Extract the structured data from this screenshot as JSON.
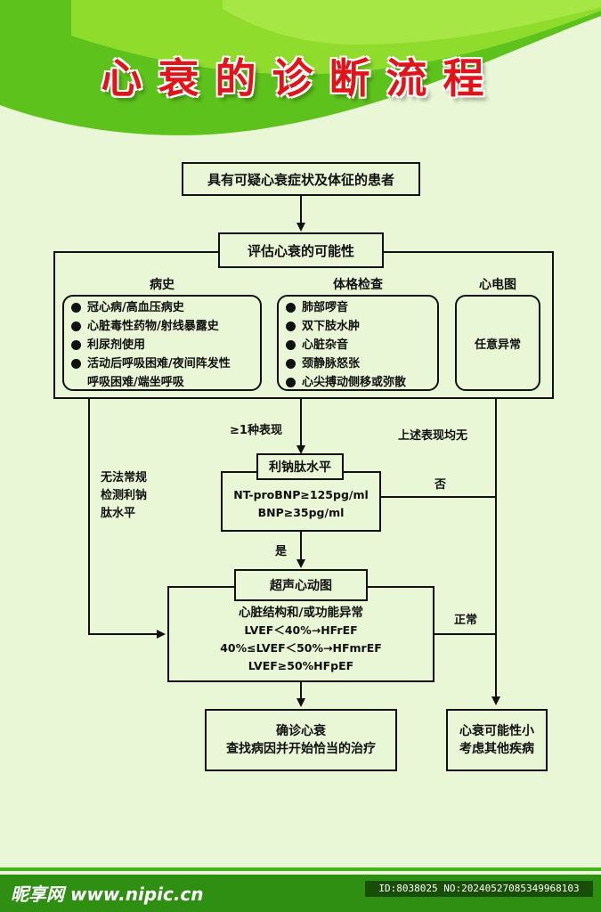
{
  "title": "心衰的诊断流程",
  "start_box": "具有可疑心衰症状及体征的患者",
  "assess_box": "评估心衰的可能性",
  "history": {
    "heading": "病史",
    "items": [
      "冠心病/高血压病史",
      "心脏毒性药物/射线暴露史",
      "利尿剂使用",
      "活动后呼吸困难/夜间阵发性"
    ],
    "continuation": "呼吸困难/端坐呼吸"
  },
  "exam": {
    "heading": "体格检查",
    "items": [
      "肺部啰音",
      "双下肢水肿",
      "心脏杂音",
      "颈静脉怒张",
      "心尖搏动侧移或弥散"
    ]
  },
  "ecg": {
    "heading": "心电图",
    "text": "任意异常"
  },
  "label_one_sign": "≥1种表现",
  "label_all_none": "上述表现均无",
  "label_no_bnp": [
    "无法常规",
    "检测利钠",
    "肽水平"
  ],
  "label_no": "否",
  "label_yes": "是",
  "label_normal": "正常",
  "bnp": {
    "title": "利钠肽水平",
    "line1": "NT-proBNP≥125pg/ml",
    "line2": "BNP≥35pg/ml"
  },
  "echo": {
    "title": "超声心动图",
    "line1": "心脏结构和/或功能异常",
    "line2": "LVEF＜40%→HFrEF",
    "line3": "40%≤LVEF＜50%→HFmrEF",
    "line4": "LVEF≥50%HFpEF"
  },
  "confirm": {
    "line1": "确诊心衰",
    "line2": "查找病因并开始恰当的治疗"
  },
  "unlikely": {
    "line1": "心衰可能性小",
    "line2": "考虑其他疾病"
  },
  "watermark": {
    "logo": "昵享网 www.nipic.cn",
    "id": "ID:8038025 NO:20240527085349968103"
  },
  "colors": {
    "title": "#e0141b",
    "background": "#eaf7d6",
    "green_dark": "#5ec21c",
    "green_light": "#8fdc2c"
  }
}
